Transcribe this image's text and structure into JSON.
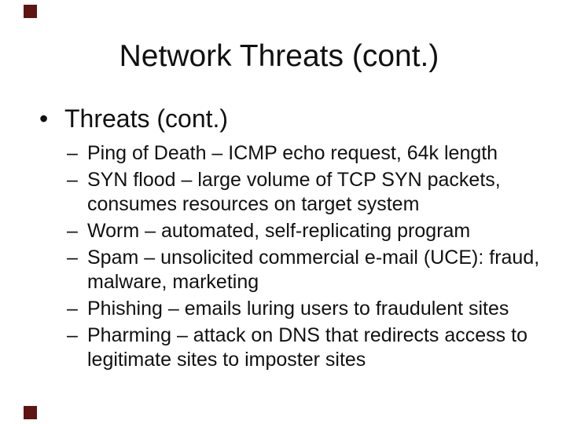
{
  "slide": {
    "title": "Network Threats (cont.)",
    "bullet": {
      "marker": "•",
      "text": "Threats (cont.)"
    },
    "sub_bullets": [
      {
        "marker": "–",
        "lines": [
          "Ping of Death – ICMP echo request, 64k length"
        ]
      },
      {
        "marker": "–",
        "lines": [
          "SYN flood – large volume of TCP SYN packets,",
          "consumes resources on target system"
        ]
      },
      {
        "marker": "–",
        "lines": [
          "Worm – automated, self-replicating program"
        ]
      },
      {
        "marker": "–",
        "lines": [
          "Spam – unsolicited commercial e-mail (UCE): fraud,",
          "malware, marketing"
        ]
      },
      {
        "marker": "–",
        "lines": [
          "Phishing – emails luring users to fraudulent sites"
        ]
      },
      {
        "marker": "–",
        "lines": [
          "Pharming – attack on DNS that redirects access to",
          "legitimate sites to imposter sites"
        ]
      }
    ],
    "colors": {
      "background": "#ffffff",
      "text": "#111111",
      "corner_marker": "#5e1412"
    }
  }
}
